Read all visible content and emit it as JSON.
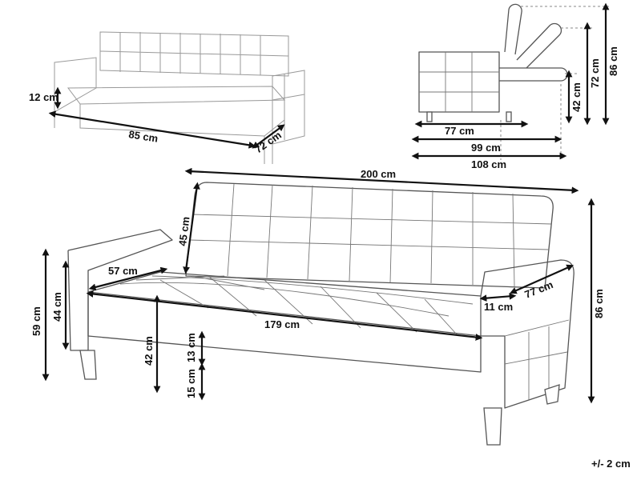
{
  "top_left_view": {
    "height_clearance": "12 cm",
    "depth_bed": "85 cm",
    "seat_depth": "72 cm"
  },
  "side_view": {
    "depth_seat": "77 cm",
    "depth_reclined": "99 cm",
    "depth_flat": "108 cm",
    "arm_height": "42 cm",
    "back_mid_height": "72 cm",
    "total_height": "86 cm"
  },
  "main_view": {
    "total_width": "200 cm",
    "back_height": "45 cm",
    "seat_depth": "57 cm",
    "seat_width": "179 cm",
    "arm_width": "11 cm",
    "arm_depth": "77 cm",
    "total_height": "86 cm",
    "arm_height_outer": "59 cm",
    "seat_height": "44 cm",
    "seat_floor_height": "42 cm",
    "cushion_thickness": "13 cm",
    "leg_height": "15 cm"
  },
  "tolerance": "+/- 2 cm"
}
